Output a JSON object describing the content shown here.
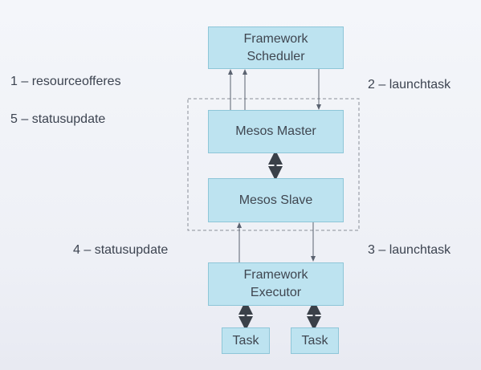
{
  "nodes": {
    "framework_scheduler": [
      "Framework",
      "Scheduler"
    ],
    "mesos_master": "Mesos Master",
    "mesos_slave": "Mesos Slave",
    "framework_executor": [
      "Framework",
      "Executor"
    ],
    "task_left": "Task",
    "task_right": "Task"
  },
  "labels": {
    "resourceoffers": "1 – resourceofferes",
    "statusupdate_top": "5 – statusupdate",
    "launchtask_top": "2 – launchtask",
    "statusupdate_bottom": "4 – statusupdate",
    "launchtask_bottom": "3 – launchtask"
  },
  "colors": {
    "box_fill": "#bde3f0",
    "box_border": "#8ec6d8",
    "arrow": "#5a6270",
    "dashed_group": "#8a8f98"
  }
}
